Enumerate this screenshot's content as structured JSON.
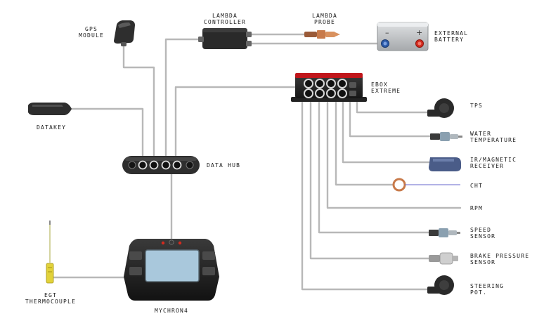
{
  "components": {
    "gps_module": {
      "line1": "GPS",
      "line2": "MODULE"
    },
    "lambda_controller": {
      "line1": "LAMBDA",
      "line2": "CONTROLLER"
    },
    "lambda_probe": {
      "line1": "LAMBDA",
      "line2": "PROBE"
    },
    "external_battery": {
      "line1": "EXTERNAL",
      "line2": "BATTERY"
    },
    "datakey": {
      "line1": "DATAKEY"
    },
    "ebox_extreme": {
      "line1": "EBOX",
      "line2": "EXTREME"
    },
    "data_hub": {
      "line1": "DATA HUB"
    },
    "mychron4": {
      "line1": "MYCHRON4"
    },
    "egt_thermocouple": {
      "line1": "EGT",
      "line2": "THERMOCOUPLE"
    }
  },
  "sensors": [
    {
      "key": "tps",
      "line1": "TPS",
      "line2": ""
    },
    {
      "key": "water",
      "line1": "WATER",
      "line2": "TEMPERATURE"
    },
    {
      "key": "ir",
      "line1": "IR/MAGNETIC",
      "line2": "RECEIVER"
    },
    {
      "key": "cht",
      "line1": "CHT",
      "line2": ""
    },
    {
      "key": "rpm",
      "line1": "RPM",
      "line2": ""
    },
    {
      "key": "speed",
      "line1": "SPEED",
      "line2": "SENSOR"
    },
    {
      "key": "brake",
      "line1": "BRAKE PRESSURE",
      "line2": "SENSOR"
    },
    {
      "key": "steering",
      "line1": "STEERING",
      "line2": "POT."
    }
  ],
  "colors": {
    "cable": "#b8b8b8",
    "device_dark": "#2b2b2b",
    "ebox_red": "#c0161b",
    "screen": "#a9c8dc",
    "battery_body": "#c9ccce",
    "battery_pos": "#d42a1e",
    "battery_neg": "#2c5aa8",
    "probe_copper": "#c87a4a",
    "egt_yellow": "#e2d23a",
    "ir_blue": "#4a5c88"
  }
}
